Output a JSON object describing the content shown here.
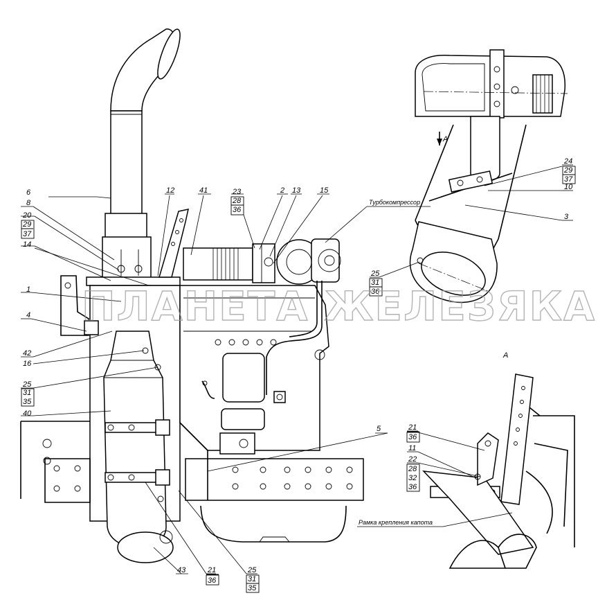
{
  "labels": {
    "l1": "1",
    "l2": "2",
    "l3": "3",
    "l4": "4",
    "l5": "5",
    "l6": "6",
    "l8": "8",
    "l10": "10",
    "l11": "11",
    "l12": "12",
    "l13": "13",
    "l14": "14",
    "l15": "15",
    "l16": "16",
    "l20": "20",
    "l21": "21",
    "l22": "22",
    "l23": "23",
    "l24": "24",
    "l25": "25",
    "l28": "28",
    "l29": "29",
    "l31": "31",
    "l32": "32",
    "l35": "35",
    "l36": "36",
    "l37": "37",
    "l40": "40",
    "l41": "41",
    "l42": "42",
    "l43": "43"
  },
  "text": {
    "turbo": "Турбокомпрессор",
    "frame": "Рамка крепления капота",
    "viewA_arrow": "A",
    "viewA_title": "A"
  },
  "watermark": "ПЛАНЕТА ЖЕЛЕЗЯКА"
}
